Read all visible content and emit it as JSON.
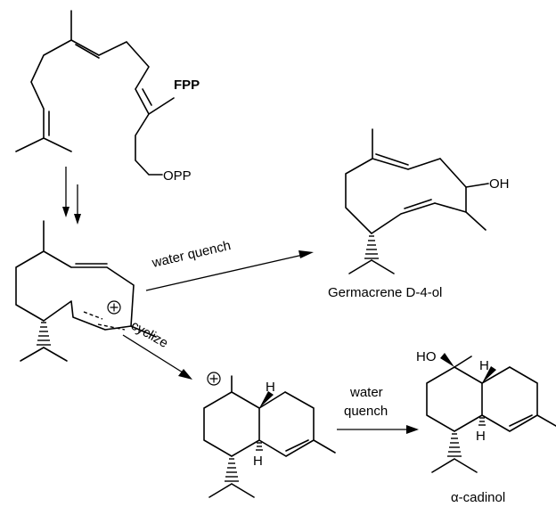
{
  "fpp": {
    "label": "FPP",
    "opp": "OPP"
  },
  "reagents": {
    "water_quench": "water quench",
    "cyclize": "cyclize",
    "water": "water",
    "quench": "quench"
  },
  "products": {
    "germacrene": "Germacrene D-4-ol",
    "cadinol": "α-cadinol"
  },
  "atoms": {
    "oh": "OH",
    "ho": "HO",
    "h": "H",
    "plus": "+"
  }
}
